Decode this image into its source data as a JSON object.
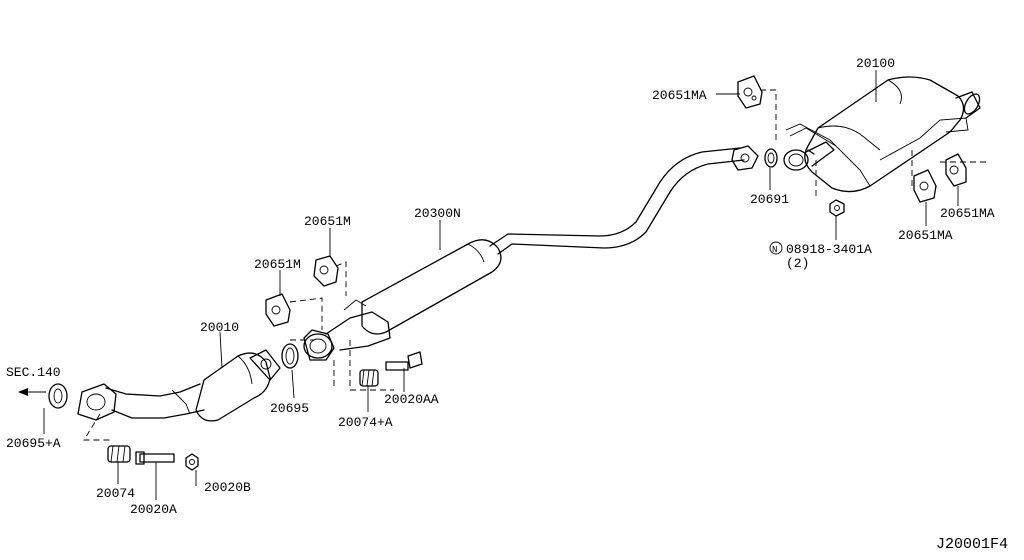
{
  "diagram": {
    "diagram_code": "J20001F4",
    "sec_ref": "SEC.140",
    "parts": {
      "p20100": "20100",
      "p20651MA_top": "20651MA",
      "p20691": "20691",
      "p20651MA_right": "20651MA",
      "p20651MA_lower": "20651MA",
      "p08918": "08918-3401A",
      "p08918_qty": "(2)",
      "p20300N": "20300N",
      "p20651M_top": "20651M",
      "p20651M_lower": "20651M",
      "p20010": "20010",
      "p20695": "20695",
      "p20074A": "20074+A",
      "p20020AA": "20020AA",
      "p20695A": "20695+A",
      "p20074": "20074",
      "p20020A": "20020A",
      "p20020B": "20020B"
    }
  }
}
